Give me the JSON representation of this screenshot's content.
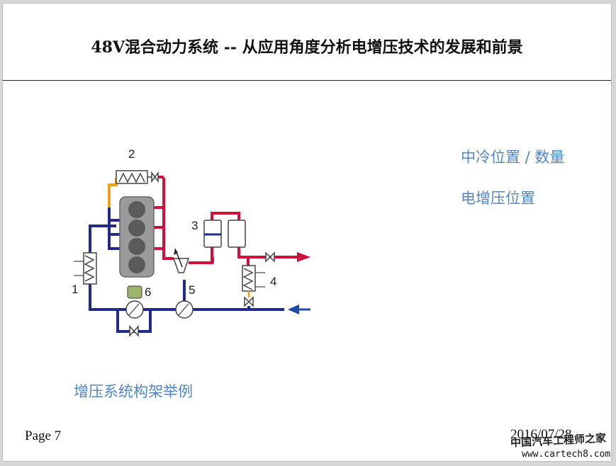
{
  "slide": {
    "title": "48V混合动力系统 -- 从应用角度分析电增压技术的发展和前景",
    "notes": [
      "中冷位置 / 数量",
      "电增压位置"
    ],
    "caption": "增压系统构架举例",
    "page_label": "Page 7",
    "date": "2016/07/28"
  },
  "diagram": {
    "labels": [
      "1",
      "2",
      "3",
      "4",
      "5",
      "6"
    ],
    "colors": {
      "hot": "#d0103a",
      "cold": "#1f2a8c",
      "warm": "#f0a020",
      "accent_text": "#4f86c6"
    }
  },
  "watermark": {
    "line1": "中国汽车工程师之家",
    "line2": "www.cartech8.com"
  }
}
